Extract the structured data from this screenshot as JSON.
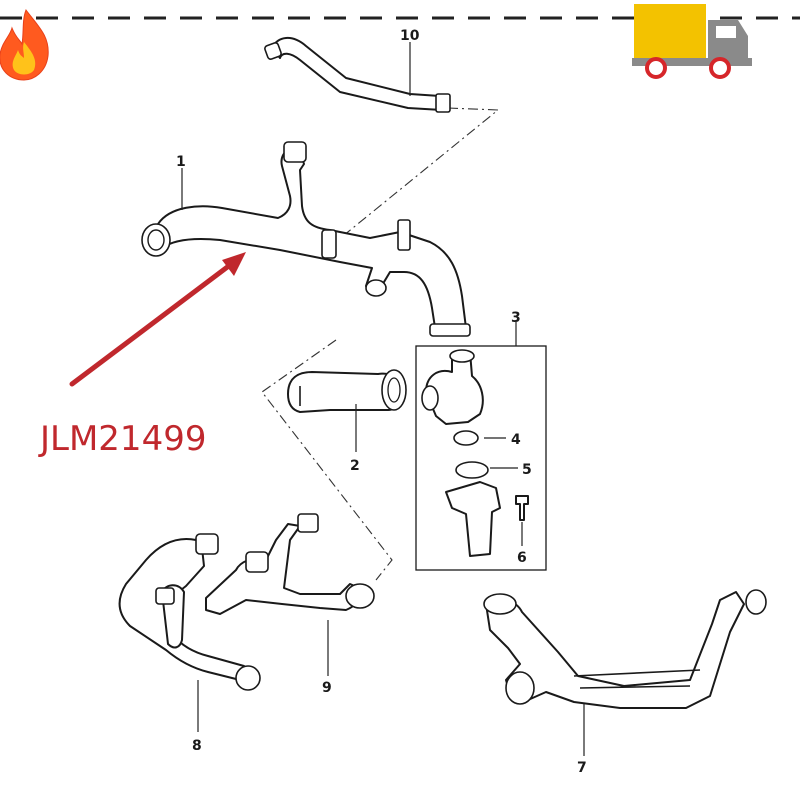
{
  "part_number": "JLM21499",
  "callouts": [
    "1",
    "2",
    "3",
    "4",
    "5",
    "6",
    "7",
    "8",
    "9",
    "10"
  ],
  "colors": {
    "accent": "#c0282d",
    "truck_body": "#f3c200",
    "truck_cab": "#8a8a8a",
    "wheel": "#d6262a",
    "flame_outer": "#ff5a1f",
    "flame_inner": "#ffc21a"
  },
  "icons": [
    "fire-icon",
    "truck-icon",
    "arrow-icon"
  ]
}
